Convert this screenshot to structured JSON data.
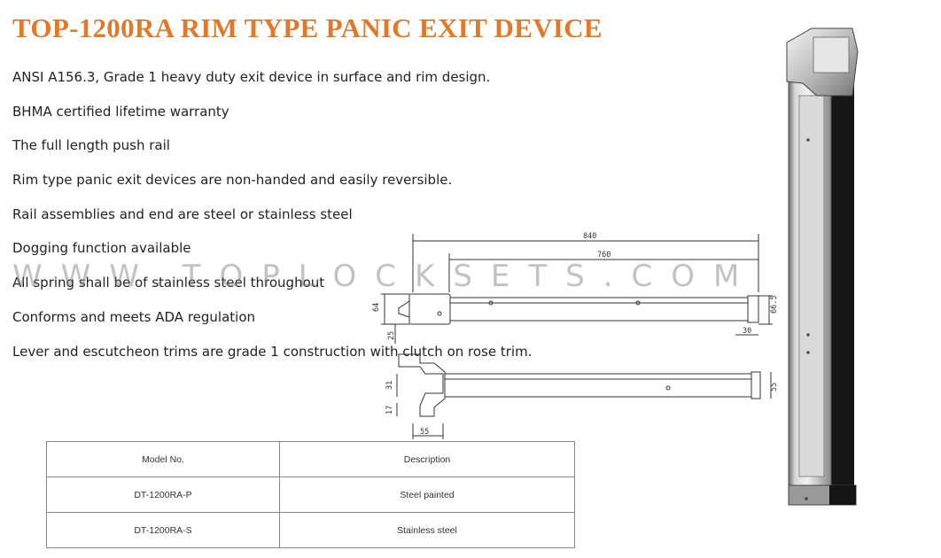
{
  "title": "TOP-1200RA RIM TYPE PANIC EXIT DEVICE",
  "features": [
    "ANSI A156.3, Grade 1 heavy duty exit device in surface and rim design.",
    "BHMA certified lifetime warranty",
    "The full length push rail",
    "Rim type panic exit devices are non-handed and easily reversible.",
    "Rail assemblies and end are steel or stainless steel",
    "Dogging function available",
    "All spring shall be of stainless steel throughout",
    "Conforms and meets ADA regulation",
    "Lever and escutcheon trims are grade 1 construction with clutch on rose trim."
  ],
  "watermark": "WWW.TOPLOCKSETS.COM",
  "drawing": {
    "dim_840": "840",
    "dim_760": "760",
    "dim_64": "64",
    "dim_25": "25",
    "dim_66_5": "66.5",
    "dim_30": "30",
    "dim_31": "31",
    "dim_17": "17",
    "dim_55_side": "55",
    "dim_55_bottom": "55"
  },
  "table": {
    "headers": [
      "Model No.",
      "Description"
    ],
    "rows": [
      [
        "DT-1200RA-P",
        "Steel painted"
      ],
      [
        "DT-1200RA-S",
        "Stainless steel"
      ]
    ]
  }
}
